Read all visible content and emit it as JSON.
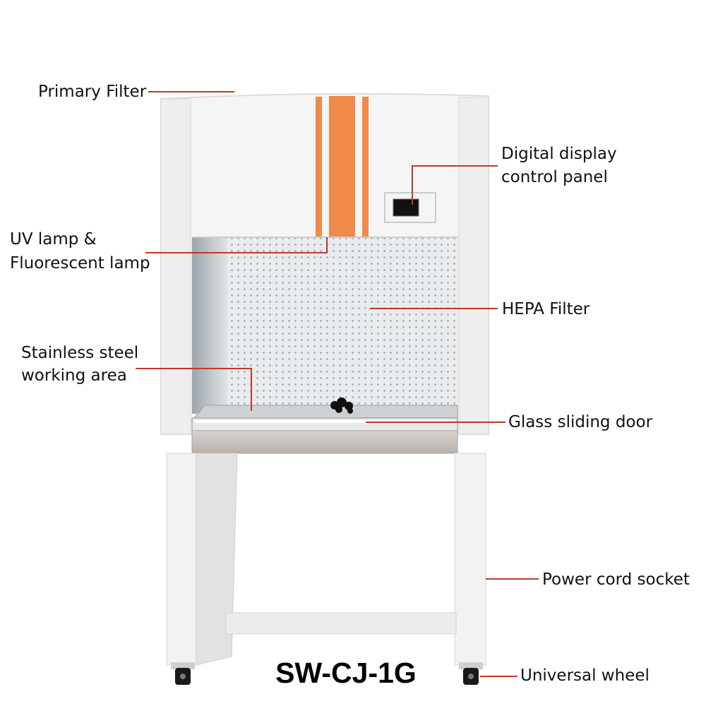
{
  "labels": {
    "primary_filter": "Primary Filter",
    "digital_display_line1": "Digital display",
    "digital_display_line2": "control panel",
    "uv_lamp_line1": "UV lamp &",
    "uv_lamp_line2": "Fluorescent lamp",
    "hepa_filter": "HEPA Filter",
    "stainless_line1": "Stainless steel",
    "stainless_line2": "working area",
    "glass_door": "Glass sliding door",
    "power_cord": "Power cord socket",
    "universal_wheel": "Universal wheel"
  },
  "model": "SW-CJ-1G",
  "colors": {
    "leader_line": "#c0392b",
    "accent_stripe": "#f08a4b",
    "cabinet_white": "#f4f4f4",
    "steel": "#c8c8c8"
  }
}
